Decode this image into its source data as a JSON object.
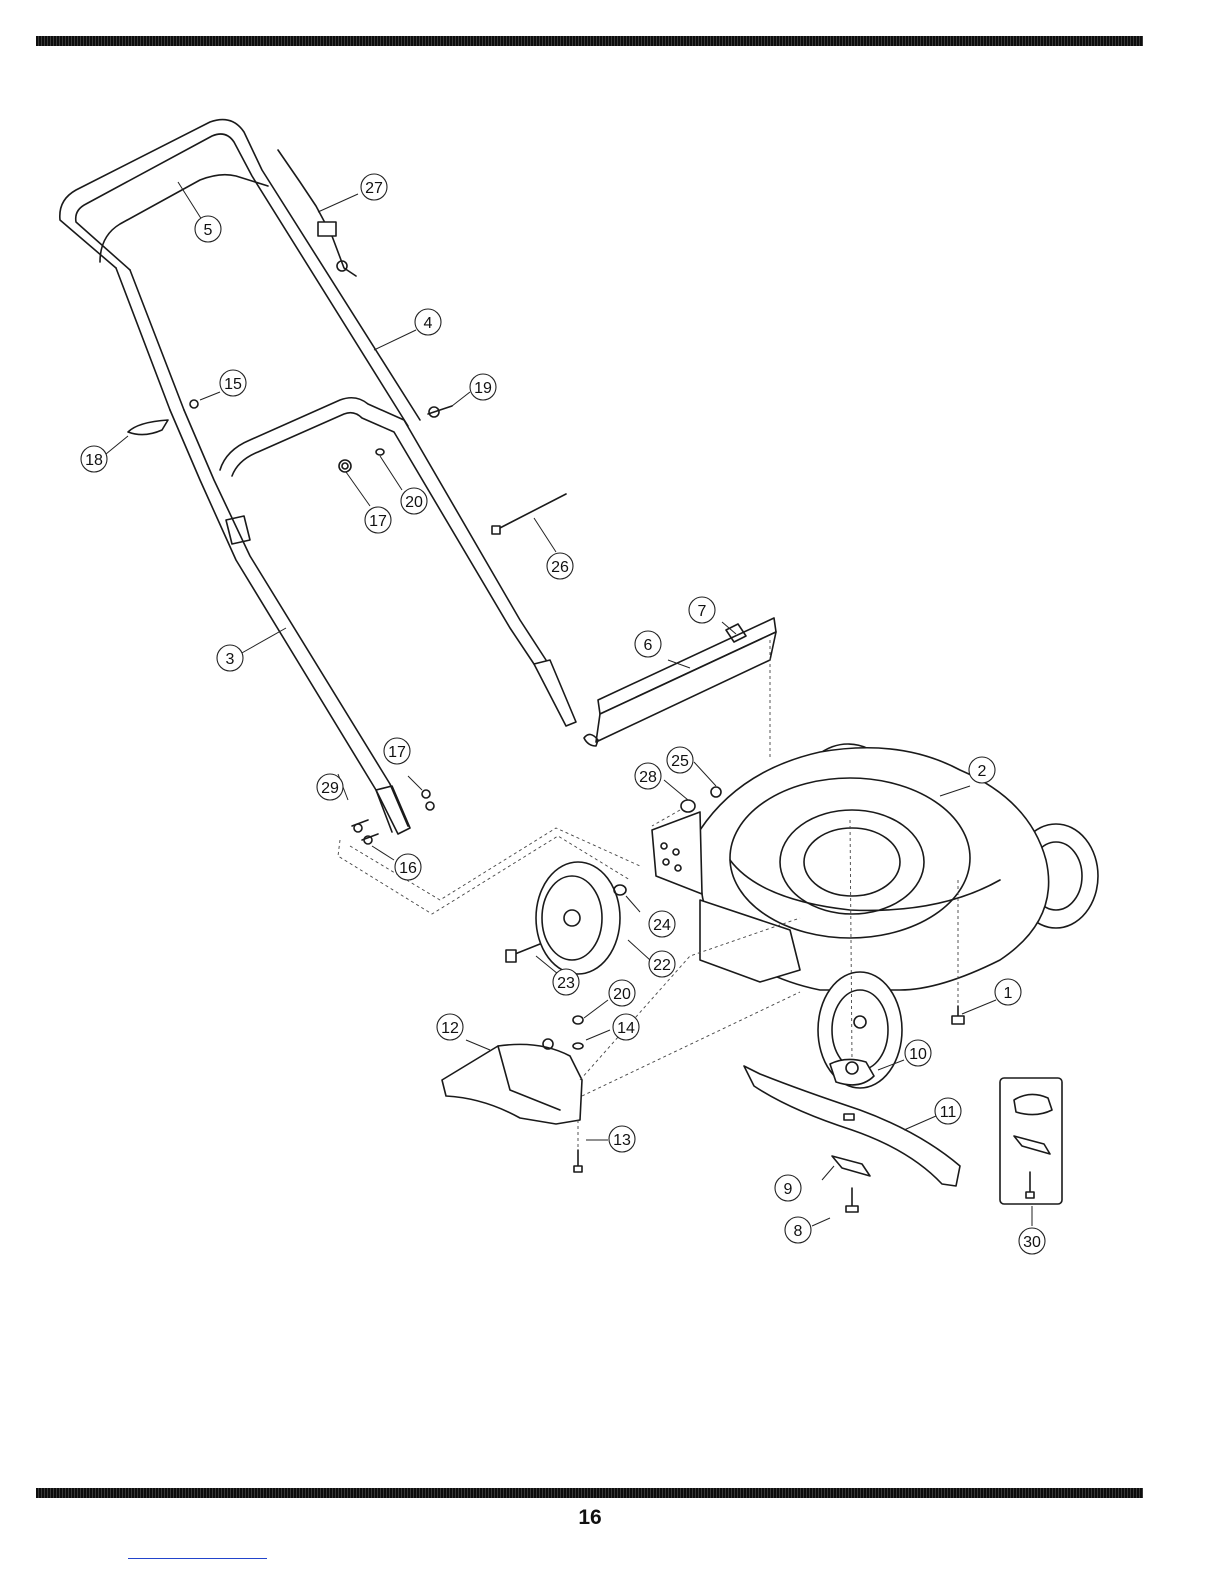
{
  "page": {
    "number": "16"
  },
  "callouts": [
    {
      "id": "c1",
      "label": "1"
    },
    {
      "id": "c2",
      "label": "2"
    },
    {
      "id": "c3",
      "label": "3"
    },
    {
      "id": "c4",
      "label": "4"
    },
    {
      "id": "c5",
      "label": "5"
    },
    {
      "id": "c6",
      "label": "6"
    },
    {
      "id": "c7",
      "label": "7"
    },
    {
      "id": "c8",
      "label": "8"
    },
    {
      "id": "c9",
      "label": "9"
    },
    {
      "id": "c10",
      "label": "10"
    },
    {
      "id": "c11",
      "label": "11"
    },
    {
      "id": "c12",
      "label": "12"
    },
    {
      "id": "c13",
      "label": "13"
    },
    {
      "id": "c14",
      "label": "14"
    },
    {
      "id": "c15",
      "label": "15"
    },
    {
      "id": "c16",
      "label": "16"
    },
    {
      "id": "c17a",
      "label": "17"
    },
    {
      "id": "c17b",
      "label": "17"
    },
    {
      "id": "c18",
      "label": "18"
    },
    {
      "id": "c19",
      "label": "19"
    },
    {
      "id": "c20a",
      "label": "20"
    },
    {
      "id": "c20b",
      "label": "20"
    },
    {
      "id": "c22",
      "label": "22"
    },
    {
      "id": "c23",
      "label": "23"
    },
    {
      "id": "c24",
      "label": "24"
    },
    {
      "id": "c25",
      "label": "25"
    },
    {
      "id": "c26",
      "label": "26"
    },
    {
      "id": "c27",
      "label": "27"
    },
    {
      "id": "c28",
      "label": "28"
    },
    {
      "id": "c29",
      "label": "29"
    },
    {
      "id": "c30",
      "label": "30"
    }
  ]
}
